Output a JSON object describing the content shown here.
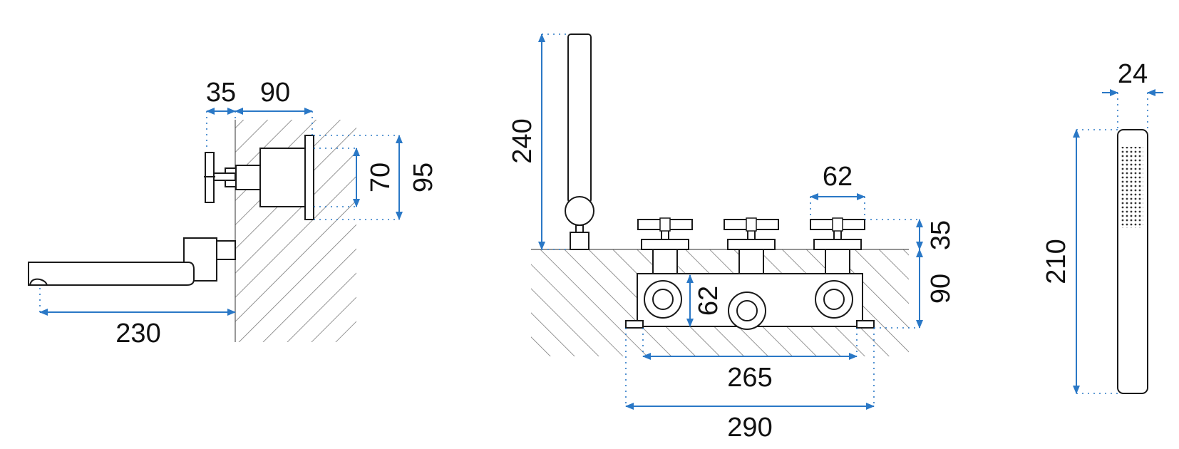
{
  "colors": {
    "dimension": "#2a78c6",
    "outline": "#1a1a1a",
    "hatch": "#7a7a7a",
    "text": "#111111"
  },
  "dimensions": {
    "side_view": {
      "handle_depth": "35",
      "body_depth": "90",
      "inner_height": "70",
      "outer_height": "95",
      "spout_length": "230"
    },
    "front_view": {
      "column_height": "240",
      "handle_span": "62",
      "handle_height": "35",
      "body_height": "90",
      "valve_height": "62",
      "inner_width": "265",
      "outer_width": "290"
    },
    "hand_shower": {
      "width": "24",
      "length": "210"
    }
  }
}
